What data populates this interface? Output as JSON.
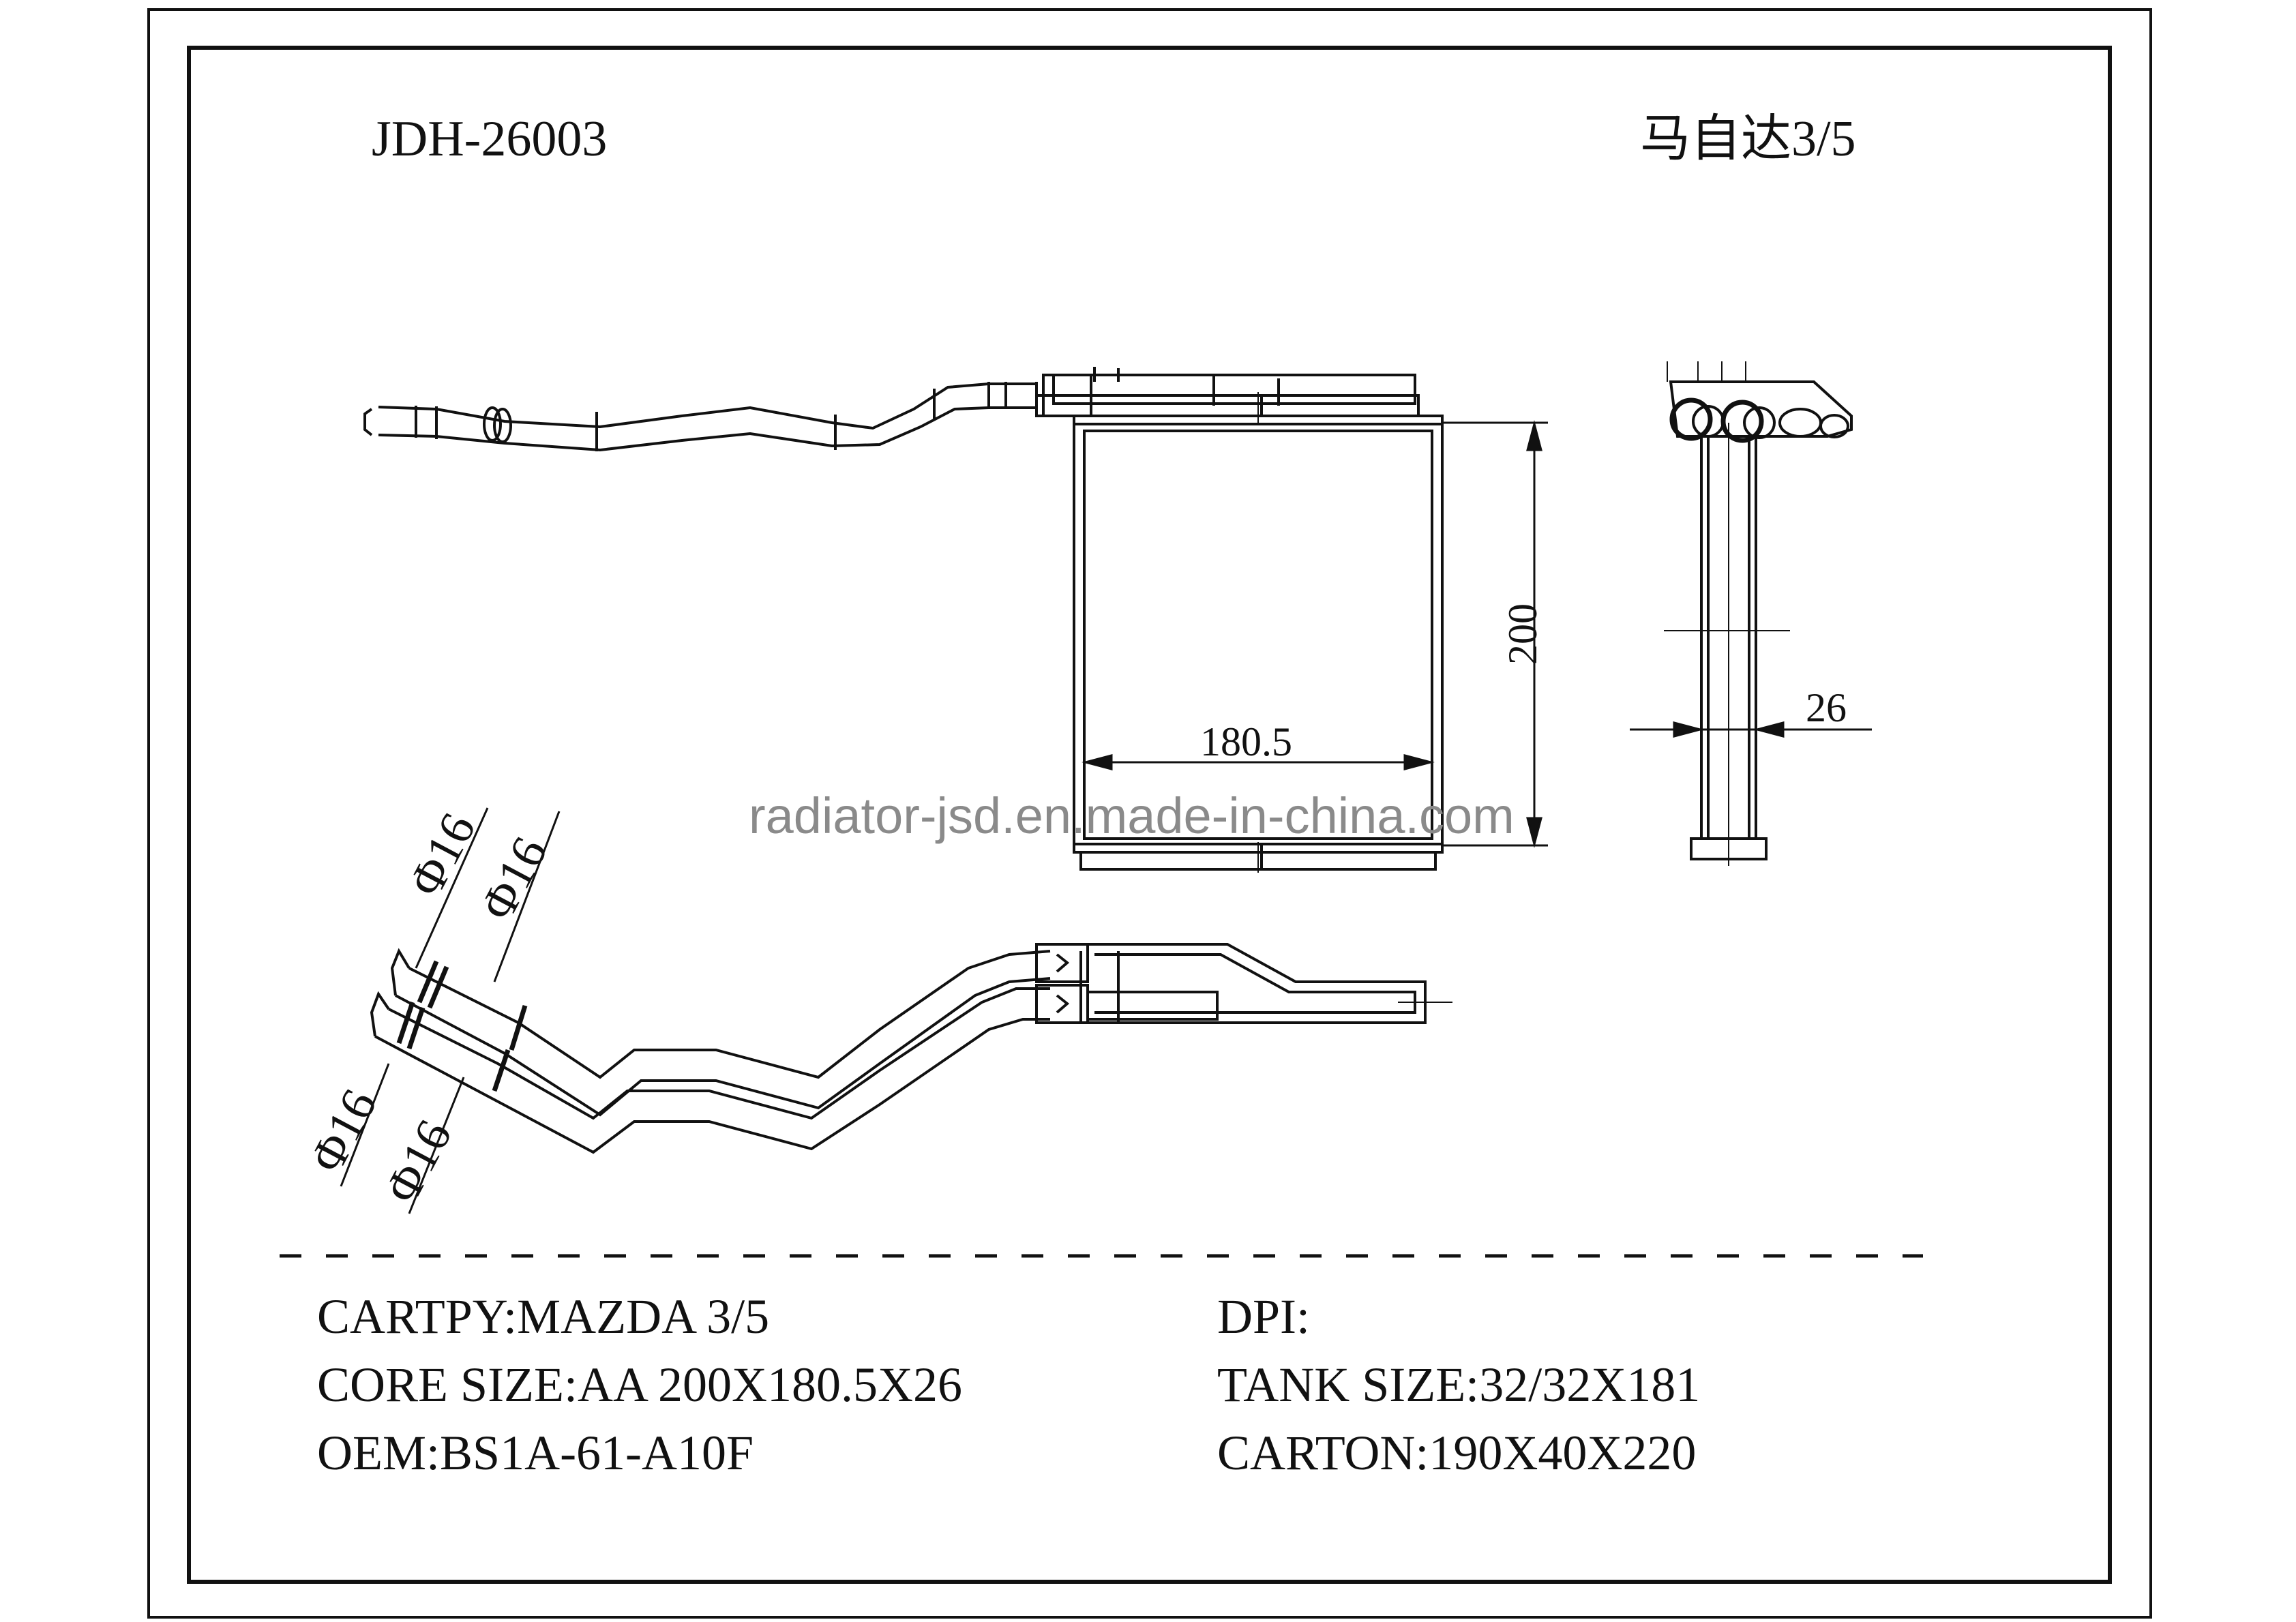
{
  "header": {
    "part_number": "JDH-26003",
    "model_cn": "马自达3/5"
  },
  "dimensions": {
    "height": "200",
    "width": "180.5",
    "thickness": "26",
    "pipe_dia_1": "Φ16",
    "pipe_dia_2": "Φ16",
    "pipe_dia_3": "Φ16",
    "pipe_dia_4": "Φ16"
  },
  "watermark": "radiator-jsd.en.made-in-china.com",
  "specs_left": {
    "cartpy": "CARTPY:MAZDA 3/5",
    "core_size": "CORE SIZE:AA 200X180.5X26",
    "oem": "OEM:BS1A-61-A10F"
  },
  "specs_right": {
    "dpi": "DPI:",
    "tank_size": "TANK SIZE:32/32X181",
    "carton": "CARTON:190X40X220"
  },
  "colors": {
    "line": "#111111",
    "watermark": "#8a8a8a",
    "background": "#ffffff"
  }
}
